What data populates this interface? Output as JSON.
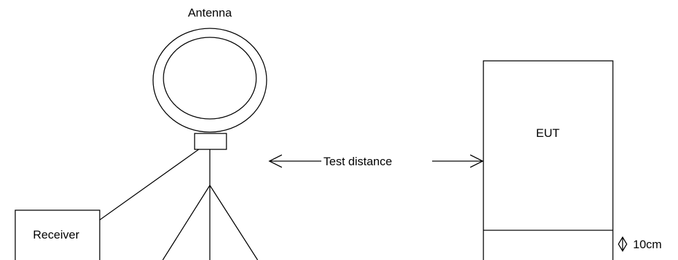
{
  "diagram": {
    "antenna_label": "Antenna",
    "receiver_label": "Receiver",
    "distance_label": "Test distance",
    "eut_label": "EUT",
    "height_label": "10cm"
  }
}
